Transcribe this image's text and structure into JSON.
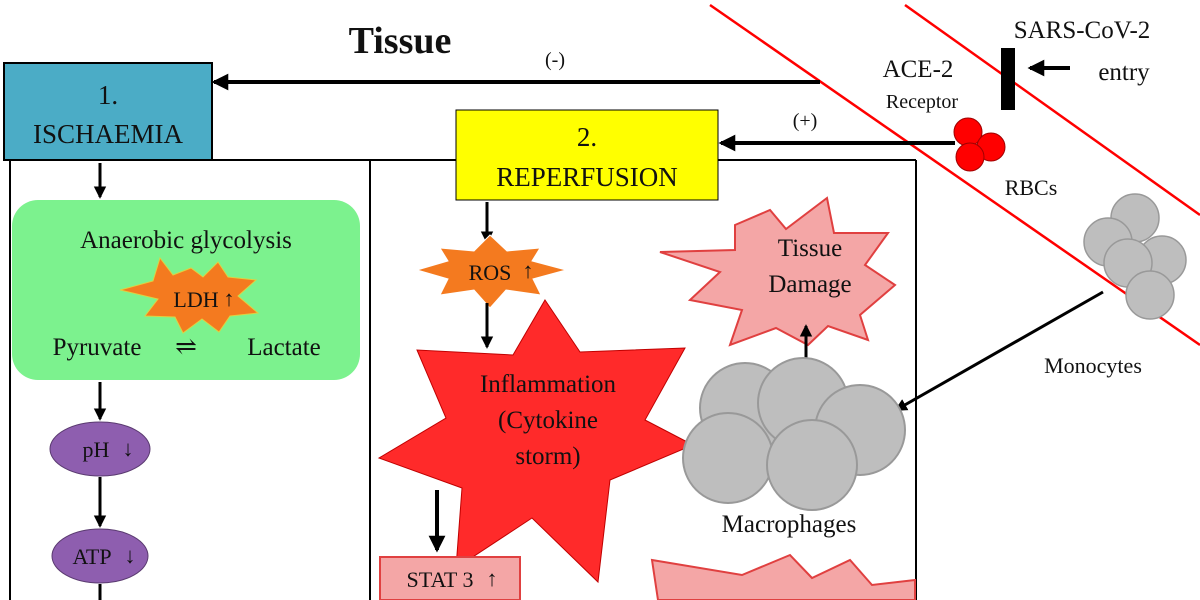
{
  "title": "Tissue",
  "colors": {
    "ischaemia_box": "#4BACC6",
    "reperfusion_box": "#FFFF00",
    "glycolysis_box": "#7CF28E",
    "burst_orange": "#F47A1F",
    "burst_red": "#FF2A2A",
    "burst_pink": "#F4A6A6",
    "oval_purple": "#8E5EAF",
    "cell_grey": "#BEBEBE",
    "rbc_red": "#FF0000",
    "membrane_line": "#FF0000",
    "arrow_up_red": "#C00000"
  },
  "boxes": {
    "ischaemia": {
      "number": "1.",
      "label": "ISCHAEMIA"
    },
    "reperfusion": {
      "number": "2.",
      "label": "REPERFUSION"
    }
  },
  "signs": {
    "negative": "(-)",
    "positive": "(+)"
  },
  "glycolysis": {
    "title": "Anaerobic glycolysis",
    "enzyme": "LDH",
    "substrate": "Pyruvate",
    "product": "Lactate",
    "equilibrium_symbol": "⇌"
  },
  "ovals": {
    "ph": "pH",
    "atp": "ATP"
  },
  "bursts": {
    "ros": "ROS",
    "inflammation": [
      "Inflammation",
      "(Cytokine",
      "storm)"
    ],
    "tissue_damage": [
      "Tissue",
      "Damage"
    ]
  },
  "stat3": "STAT 3",
  "virus": {
    "line1": "SARS-CoV-2",
    "line2": "entry"
  },
  "receptor": {
    "line1": "ACE-2",
    "line2": "Receptor"
  },
  "cells": {
    "rbcs": "RBCs",
    "monocytes": "Monocytes",
    "macrophages": "Macrophages"
  },
  "arrows": {
    "up": "↑",
    "down": "↓"
  }
}
